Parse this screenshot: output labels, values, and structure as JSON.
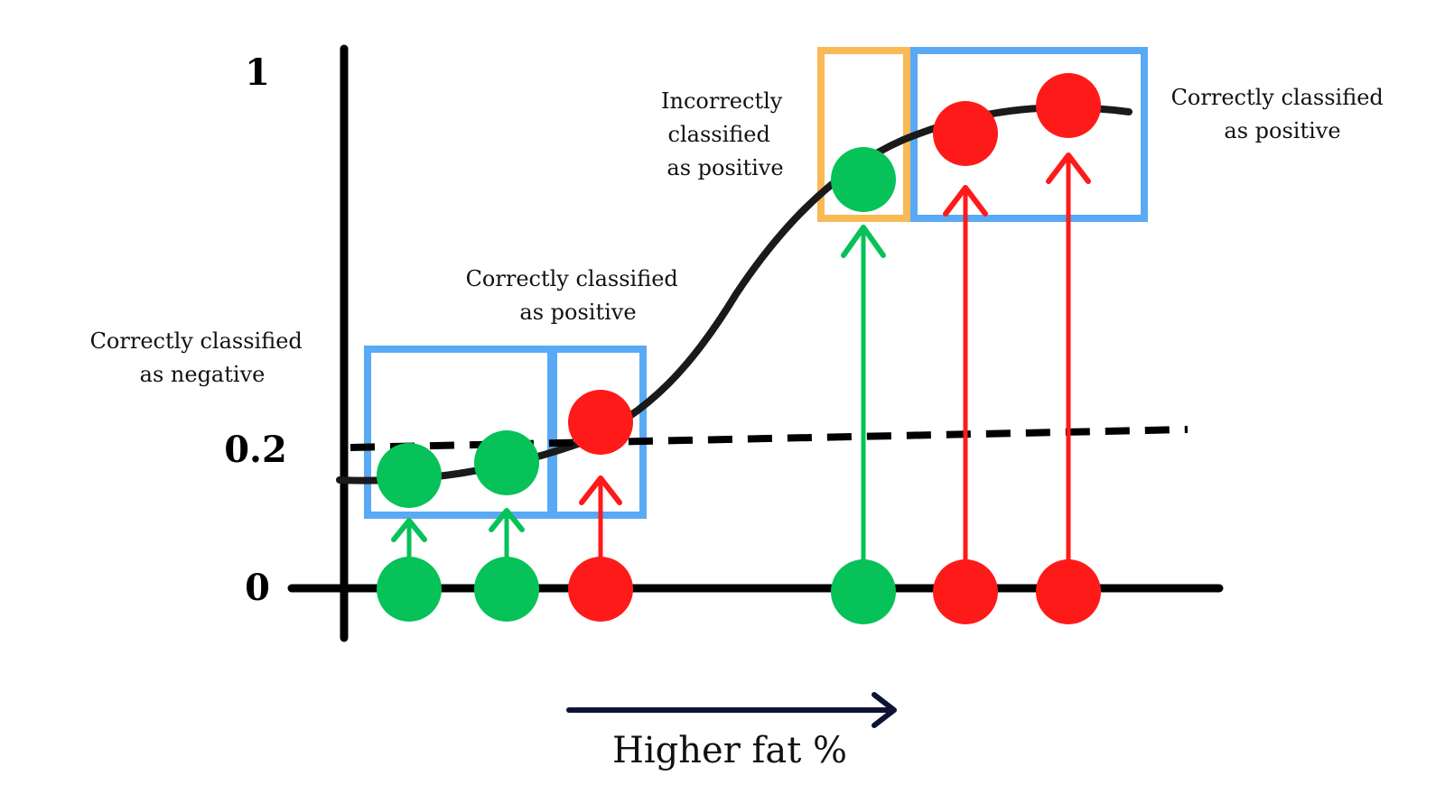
{
  "axis": {
    "y_tick_labels": [
      "1",
      "0.2",
      "0"
    ],
    "x_caption": "Higher fat %"
  },
  "annotations": {
    "negative_left": [
      "Correctly classified",
      "as negative"
    ],
    "positive_mid": [
      "Correctly classified",
      "as positive"
    ],
    "incorrect_positive": [
      "Incorrectly",
      "classified",
      "as positive"
    ],
    "positive_right": [
      "Correctly classified",
      "as positive"
    ]
  },
  "threshold": 0.2,
  "colors": {
    "negative_class": "#06c258",
    "positive_class": "#ff1a1a",
    "correct_box": "#5aa9f5",
    "incorrect_box": "#f9b955",
    "curve": "#1a1a1a",
    "arrow_caption": "#0d1433"
  },
  "points": [
    {
      "class": "negative",
      "predicted_probability": 0.14,
      "classification": "correct"
    },
    {
      "class": "negative",
      "predicted_probability": 0.17,
      "classification": "correct"
    },
    {
      "class": "positive",
      "predicted_probability": 0.31,
      "classification": "correct"
    },
    {
      "class": "negative",
      "predicted_probability": 0.81,
      "classification": "incorrect"
    },
    {
      "class": "positive",
      "predicted_probability": 0.89,
      "classification": "correct"
    },
    {
      "class": "positive",
      "predicted_probability": 0.93,
      "classification": "correct"
    }
  ]
}
